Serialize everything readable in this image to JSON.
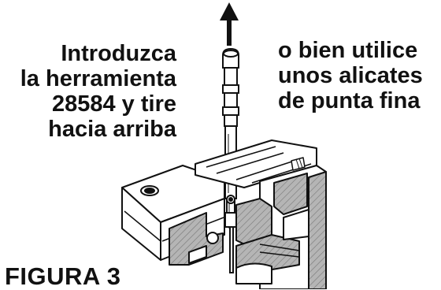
{
  "instruction_left": {
    "lines": [
      "Introduzca",
      "la herramienta",
      "28584 y tire",
      "hacia arriba"
    ]
  },
  "instruction_right": {
    "lines": [
      "o bien utilice",
      "unos alicates",
      "de punta fina"
    ]
  },
  "figure_label": "FIGURA 3",
  "colors": {
    "ink": "#111111",
    "section_fill": "#9a9a9a",
    "background": "#ffffff"
  }
}
